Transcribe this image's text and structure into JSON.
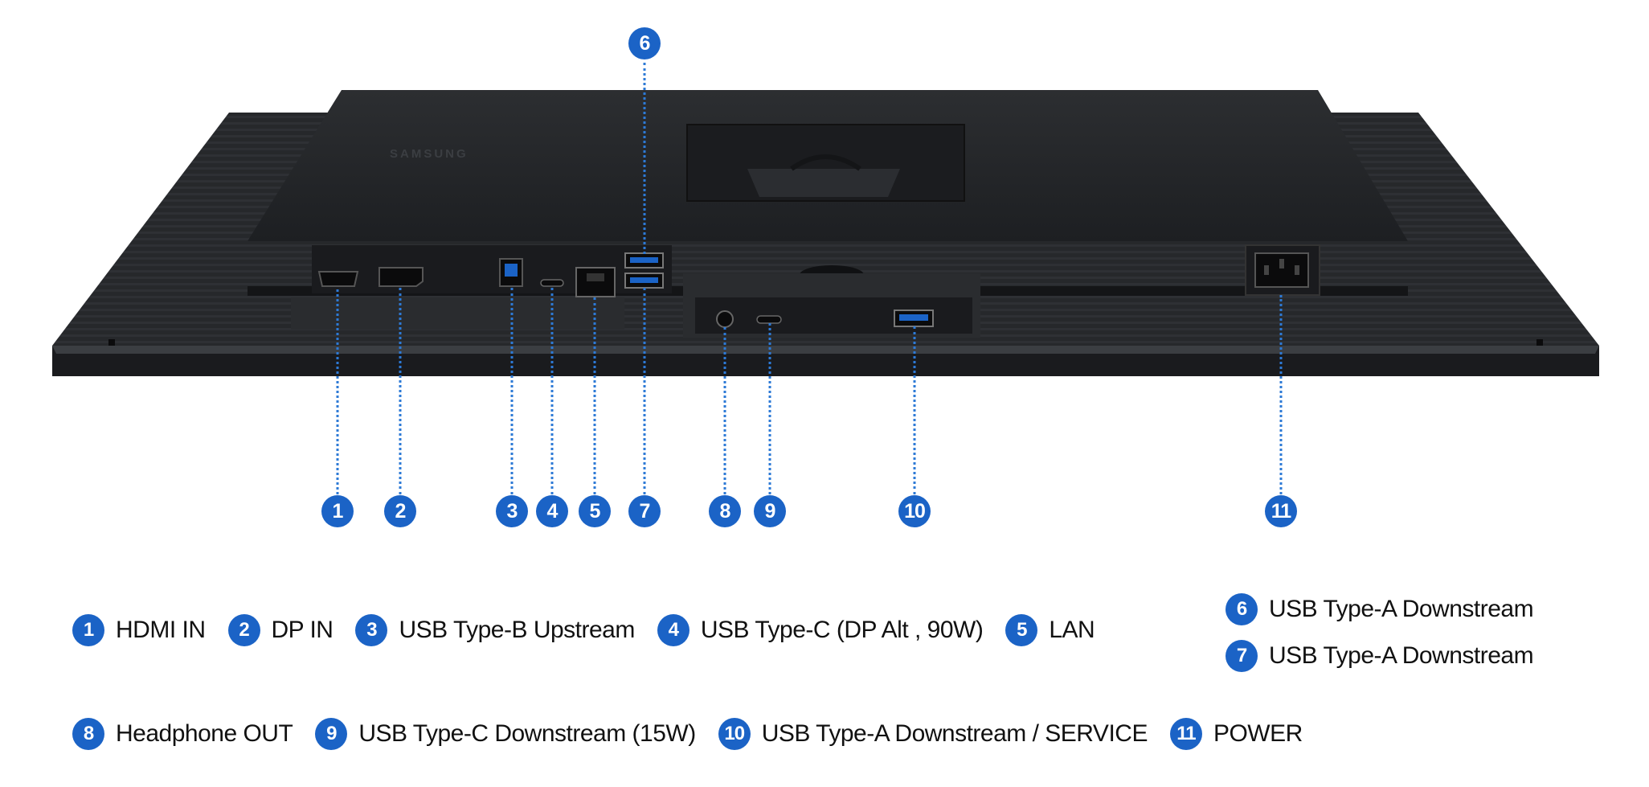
{
  "brand_text": "SAMSUNG",
  "accent_color": "#1b63c6",
  "line_color": "#2d7ad6",
  "ports": [
    {
      "num": "1",
      "label": "HDMI IN"
    },
    {
      "num": "2",
      "label": "DP IN"
    },
    {
      "num": "3",
      "label": "USB Type-B Upstream"
    },
    {
      "num": "4",
      "label": "USB Type-C (DP Alt , 90W)"
    },
    {
      "num": "5",
      "label": "LAN"
    },
    {
      "num": "6",
      "label": "USB Type-A Downstream"
    },
    {
      "num": "7",
      "label": "USB Type-A Downstream"
    },
    {
      "num": "8",
      "label": "Headphone OUT"
    },
    {
      "num": "9",
      "label": "USB Type-C Downstream (15W)"
    },
    {
      "num": "10",
      "label": "USB Type-A Downstream / SERVICE"
    },
    {
      "num": "11",
      "label": "POWER"
    }
  ]
}
